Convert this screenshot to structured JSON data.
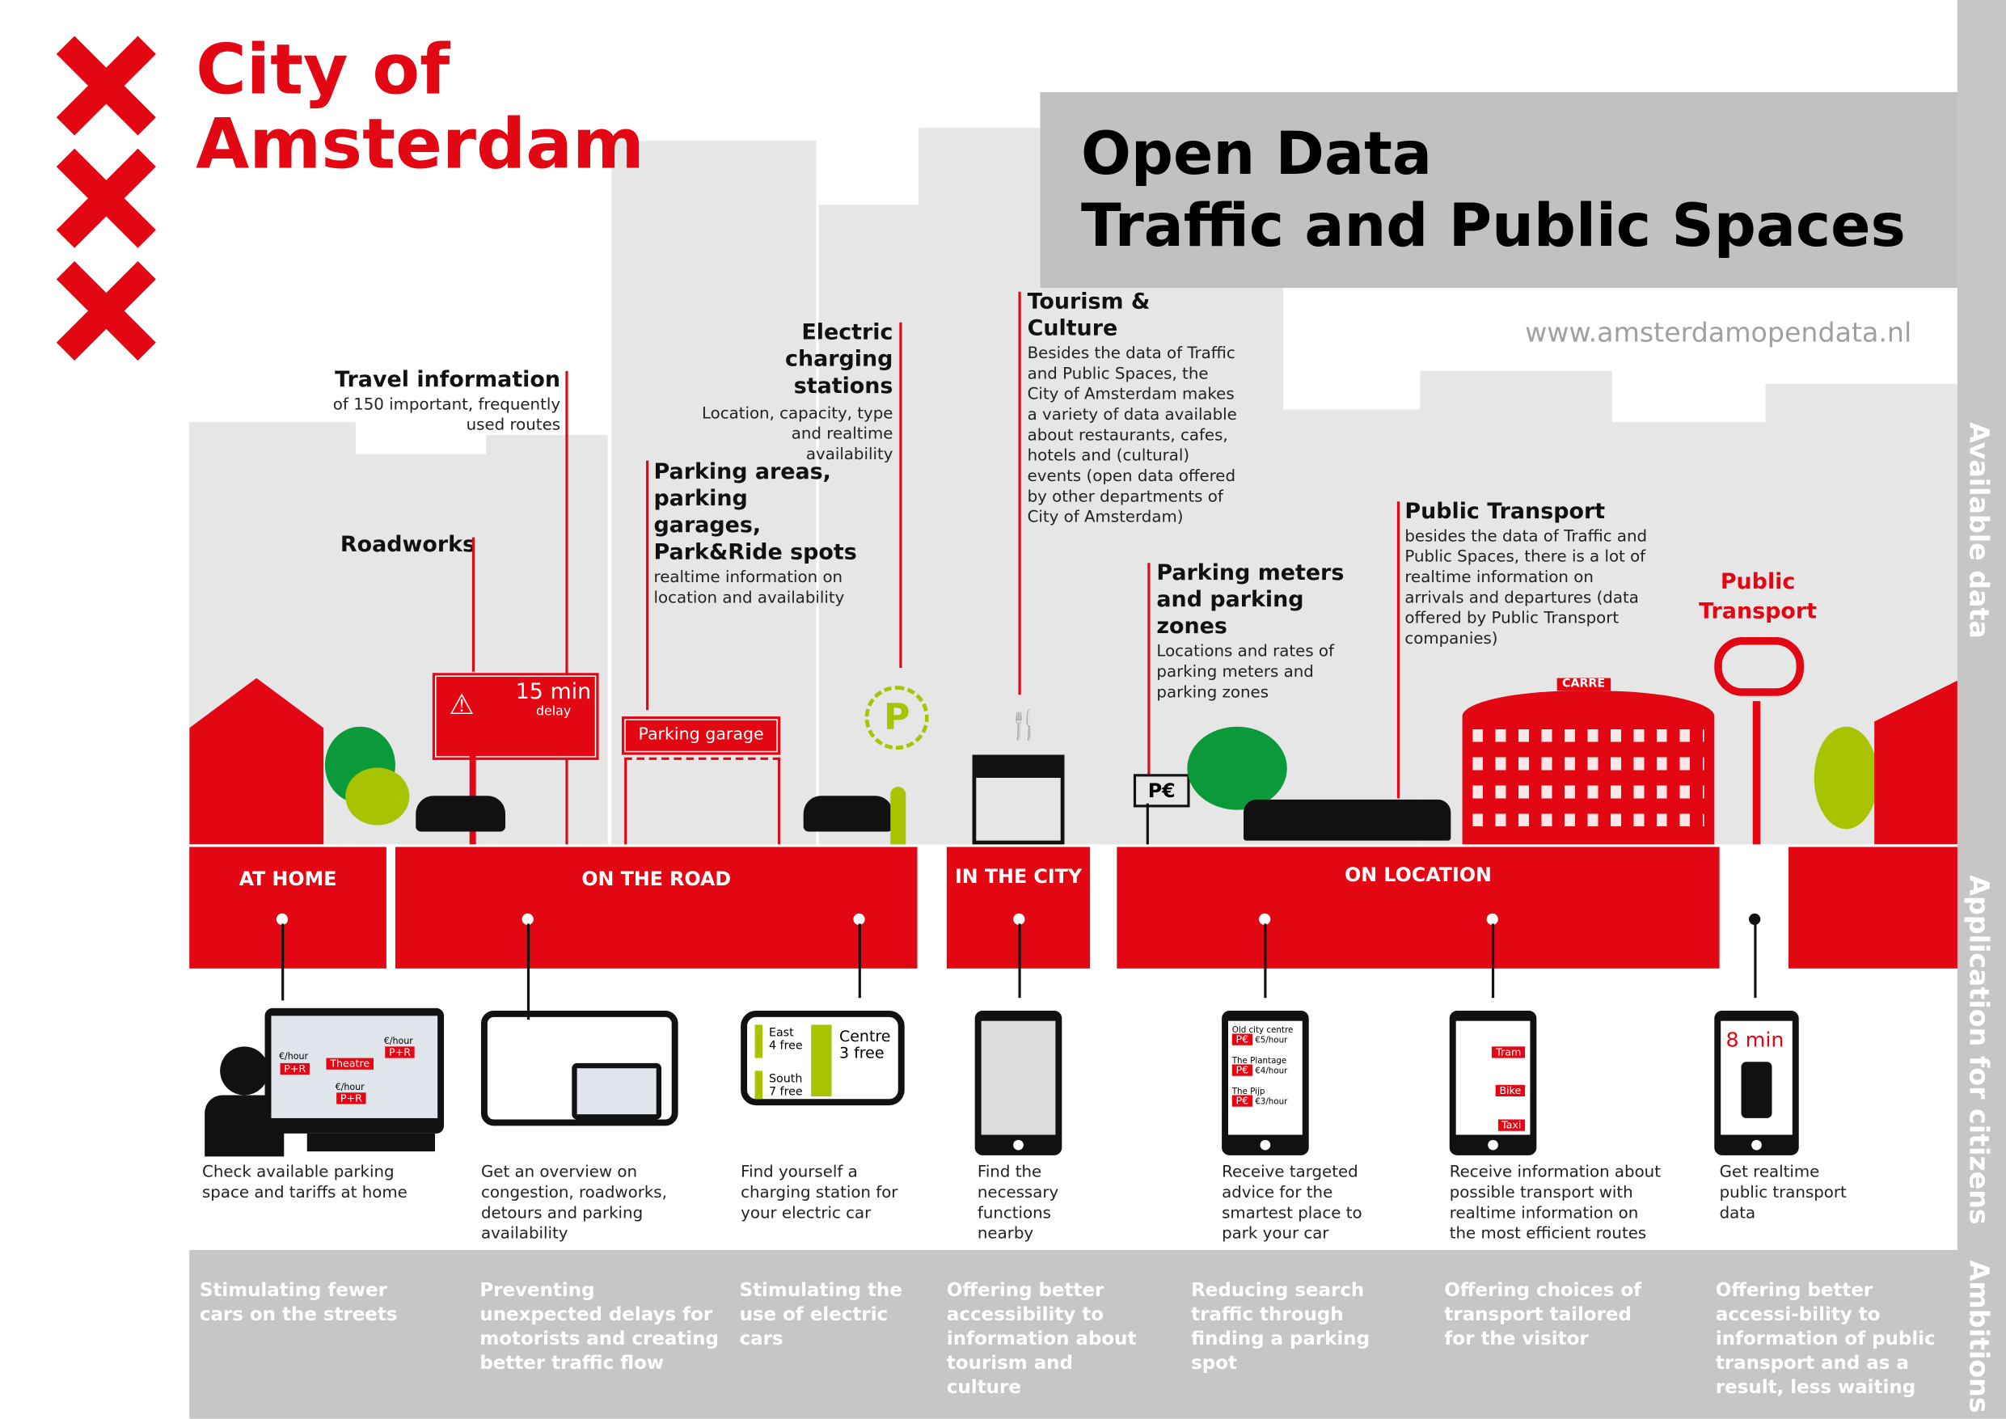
{
  "logo": {
    "line1": "City of",
    "line2": "Amsterdam"
  },
  "title": {
    "line1": "Open Data",
    "line2": "Traffic and Public Spaces"
  },
  "url": "www.amsterdamopendata.nl",
  "side_labels": {
    "available": "Available data",
    "application": "Application for citizens",
    "ambitions": "Ambitions"
  },
  "callouts": {
    "travel": {
      "title": "Travel information",
      "text": "of 150 important, frequently used routes"
    },
    "roadworks": {
      "title": "Roadworks"
    },
    "charging": {
      "title": "Electric charging stations",
      "text": "Location, capacity, type and realtime availability"
    },
    "parking": {
      "title": "Parking areas, parking garages, Park&Ride spots",
      "text": "realtime information on location and availability"
    },
    "tourism": {
      "title": "Tourism & Culture",
      "text": "Besides the data of Traffic and Public Spaces, the City of Amsterdam makes a variety of data available about restaurants, cafes, hotels and (cultural) events (open data offered by other departments of City of Amsterdam)"
    },
    "meters": {
      "title": "Parking meters and parking zones",
      "text": "Locations and rates of parking meters and parking zones"
    },
    "pt": {
      "title": "Public Transport",
      "text": "besides the data of Traffic and Public Spaces, there is a lot of realtime information on arrivals and departures (data offered by Public Transport companies)"
    },
    "pt_red": {
      "title": "Public Transport"
    }
  },
  "signs": {
    "delay_value": "15 min",
    "delay_label": "delay",
    "garage": "Parking garage",
    "carre": "CARRE"
  },
  "sections": [
    "AT HOME",
    "ON THE ROAD",
    "IN THE CITY",
    "ON LOCATION"
  ],
  "screens": {
    "home": {
      "rate": "€/hour",
      "pr": "P+R",
      "theatre": "Theatre"
    },
    "charging": {
      "east": "East",
      "east_free": "4 free",
      "south": "South",
      "south_free": "7 free",
      "centre": "Centre",
      "centre_free": "3 free"
    },
    "meters": [
      {
        "zone": "Old city centre",
        "rate": "€5/hour"
      },
      {
        "zone": "The Plantage",
        "rate": "€4/hour"
      },
      {
        "zone": "The Pijp",
        "rate": "€3/hour"
      }
    ],
    "modes": [
      "Tram",
      "Bike",
      "Taxi"
    ],
    "pt_time": "8 min"
  },
  "descriptions": [
    "Check available parking space and tariffs at home",
    "Get an overview on congestion, roadworks, detours and parking availability",
    "Find yourself a charging station for your electric car",
    "Find the necessary functions nearby",
    "Receive targeted advice for the smartest place to park your car",
    "Receive information about possible transport with realtime information on the most efficient routes",
    "Get realtime public transport data"
  ],
  "ambitions": [
    "Stimulating fewer cars on the streets",
    "Preventing unexpected delays for motorists and creating better traffic flow",
    "Stimulating the use of electric cars",
    "Offering better accessibility to information about tourism and culture",
    "Reducing search traffic through finding a parking spot",
    "Offering choices of transport tailored for the visitor",
    "Offering better accessi-bility to information of public transport and as a result, less waiting"
  ],
  "colors": {
    "red": "#e30613",
    "grey": "#c6c6c6",
    "green": "#a8c400"
  }
}
